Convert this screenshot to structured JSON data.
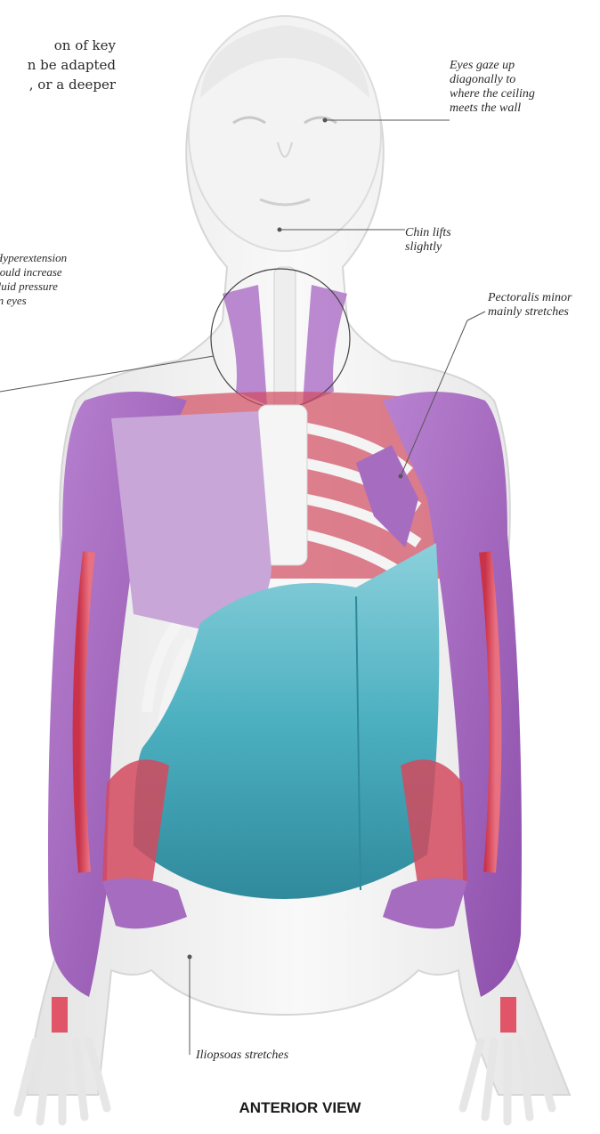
{
  "intro_text": {
    "lines": [
      "on of key",
      "n be adapted",
      ", or a deeper"
    ]
  },
  "annotations": {
    "eyes": {
      "lines": [
        "Eyes gaze up",
        "diagonally to",
        "where the ceiling",
        "meets the wall"
      ]
    },
    "chin": {
      "lines": [
        "Chin lifts",
        "slightly"
      ]
    },
    "hyperextension": {
      "lines": [
        "Hyperextension",
        "could increase",
        "fluid pressure",
        "in eyes"
      ]
    },
    "pectoralis": {
      "lines": [
        "Pectoralis minor",
        "mainly stretches"
      ]
    },
    "iliopsoas": {
      "lines": [
        "Iliopsoas stretches"
      ]
    }
  },
  "view_title": "ANTERIOR VIEW",
  "colors": {
    "muscle_purple": "#a56cc0",
    "muscle_light_purple": "#c9a6d8",
    "abdomen_teal": "#3fa8b8",
    "muscle_red": "#d9455a",
    "bone_white": "#f2f2f2",
    "body_outline": "#d8d8d8"
  }
}
